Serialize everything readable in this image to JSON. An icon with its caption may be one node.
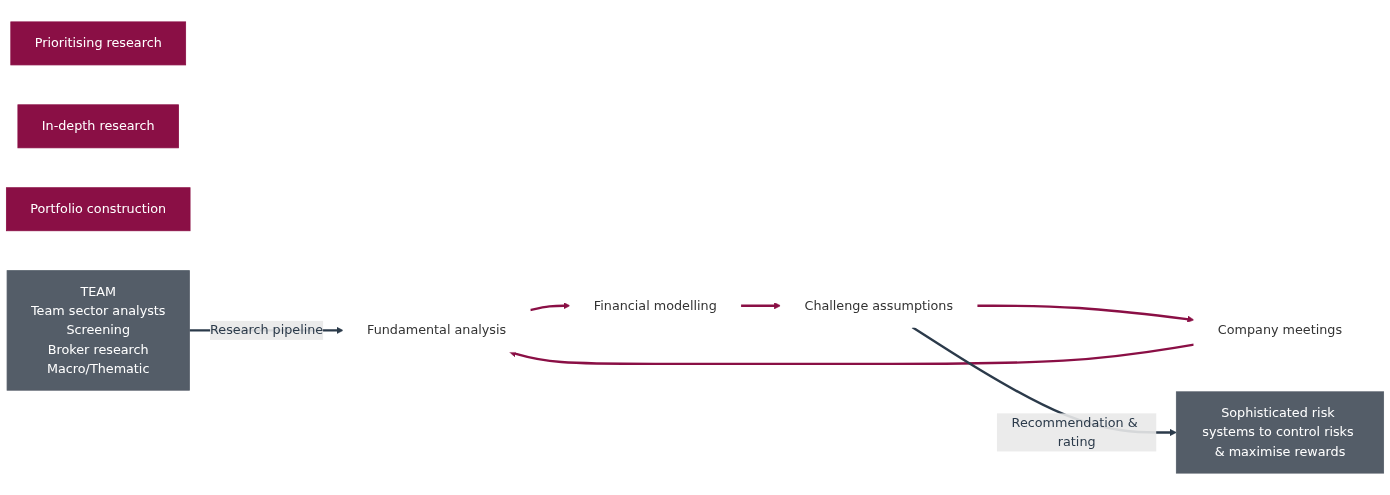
{
  "diagram": {
    "nodes": [
      {
        "text": [
          "Prioritising research"
        ]
      },
      {
        "text": [
          "In-depth research"
        ]
      },
      {
        "text": [
          "Portfolio construction"
        ]
      },
      {
        "text": [
          "TEAM",
          "Team sector analysts",
          "Screening",
          "Broker research",
          "Macro/Thematic"
        ]
      },
      {
        "text": [
          "Financial modelling"
        ]
      },
      {
        "text": [
          "Fundamental analysis"
        ]
      },
      {
        "text": [
          "Challenge assumptions"
        ]
      },
      {
        "text": [
          "Sophisticated risk systems to control risks & maximise rewards"
        ]
      },
      {
        "text": [
          "Company meetings"
        ]
      }
    ],
    "edges": [
      {
        "from": 3,
        "to": 5,
        "arrow": "to",
        "label": "Research pipeline",
        "color": "#2b3a4a"
      },
      {
        "from": 5,
        "to": 4,
        "arrow": "to"
      },
      {
        "from": 4,
        "to": 6,
        "arrow": "to"
      },
      {
        "from": 6,
        "to": 8,
        "arrow": "to"
      },
      {
        "from": 8,
        "to": 5,
        "arrow": "to"
      },
      {
        "from": 6,
        "to": 7,
        "arrow": "to",
        "label": "Recommendation & rating",
        "color": "#2b3a4a"
      }
    ]
  }
}
